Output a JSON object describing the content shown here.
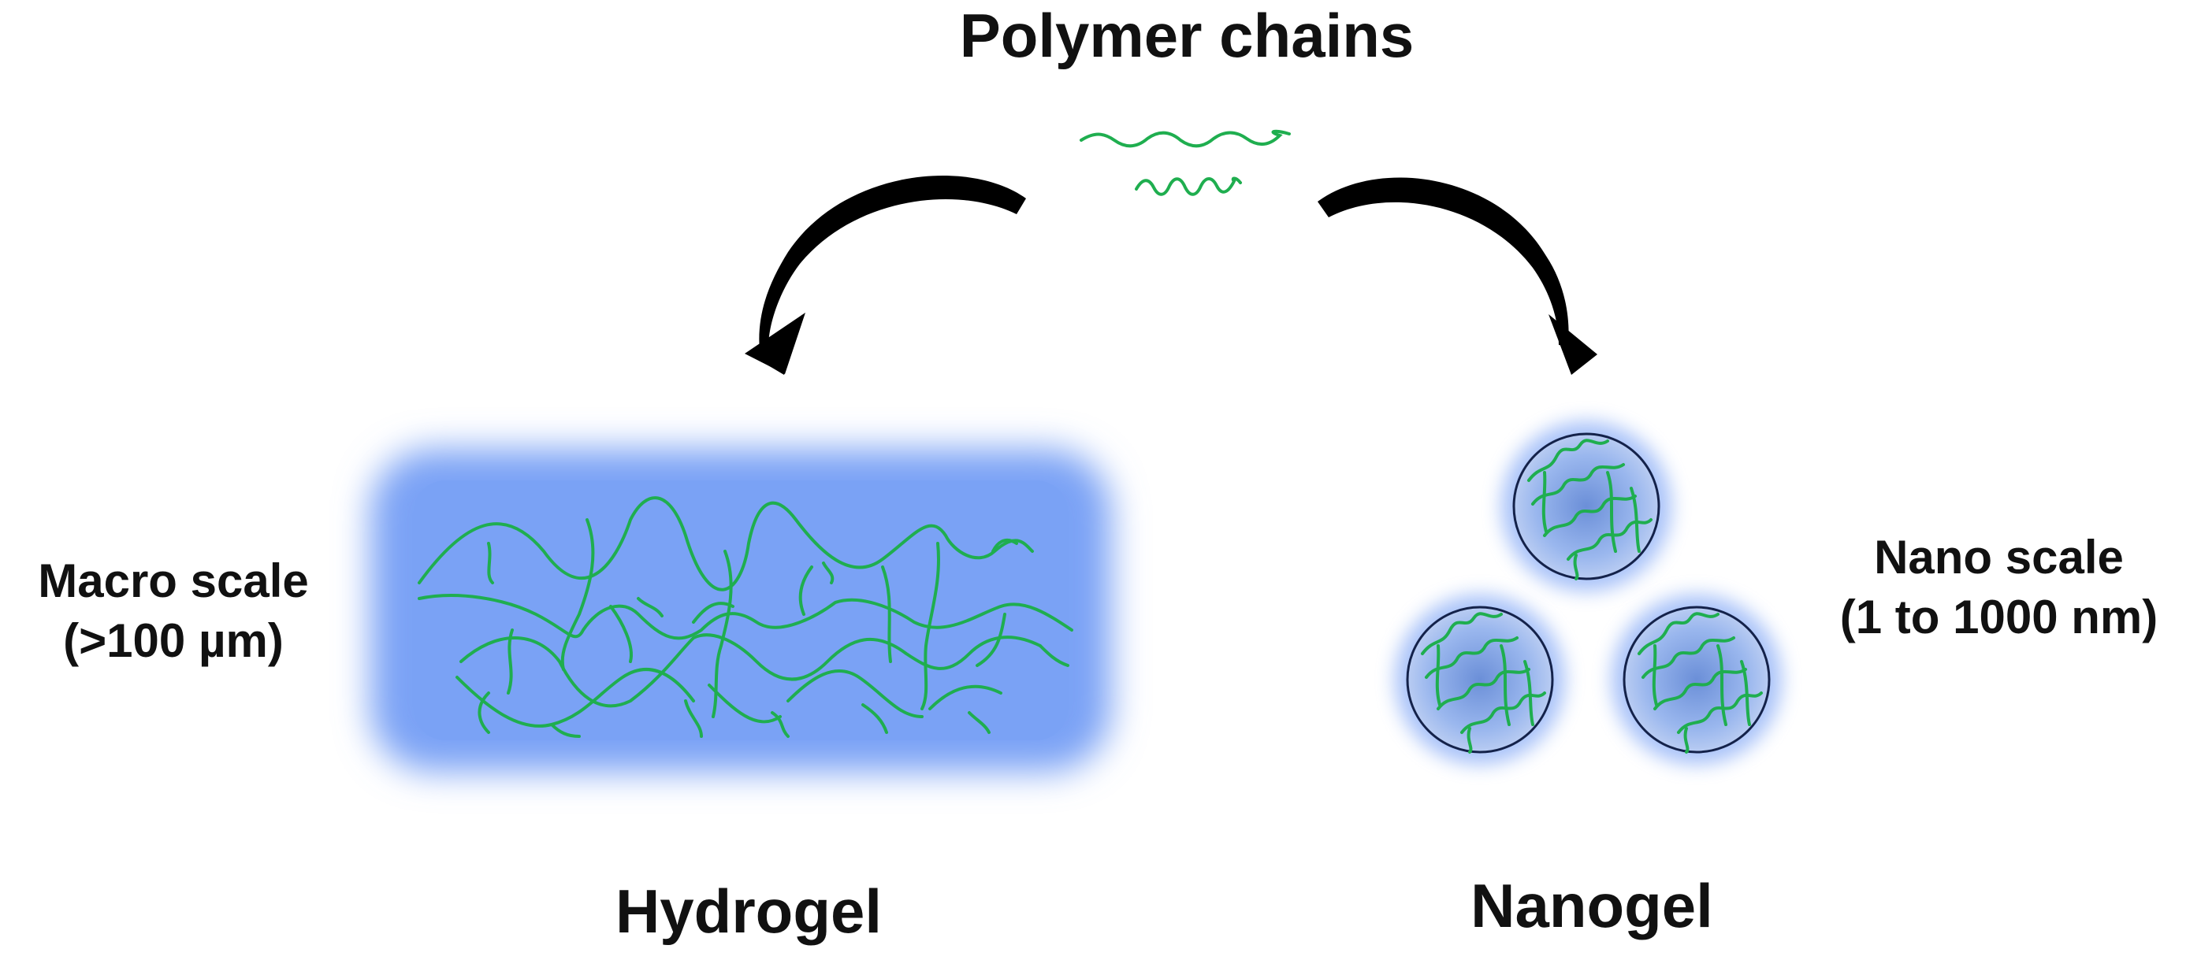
{
  "title": "Polymer chains",
  "macro": {
    "line1": "Macro scale",
    "line2": "(>100 µm)"
  },
  "nano": {
    "line1": "Nano scale",
    "line2": "(1 to 1000 nm)"
  },
  "hydrogel_label": "Hydrogel",
  "nanogel_label": "Nanogel",
  "colors": {
    "polymer_chain": "#1fae4f",
    "gel_fill": "#7aa2f5",
    "nanogel_border": "#14224a",
    "arrow": "#000000",
    "text": "#111111"
  },
  "icons": [
    "curved-arrow-left",
    "curved-arrow-right",
    "polymer-chain",
    "hydrogel-network",
    "nanogel-particle"
  ]
}
